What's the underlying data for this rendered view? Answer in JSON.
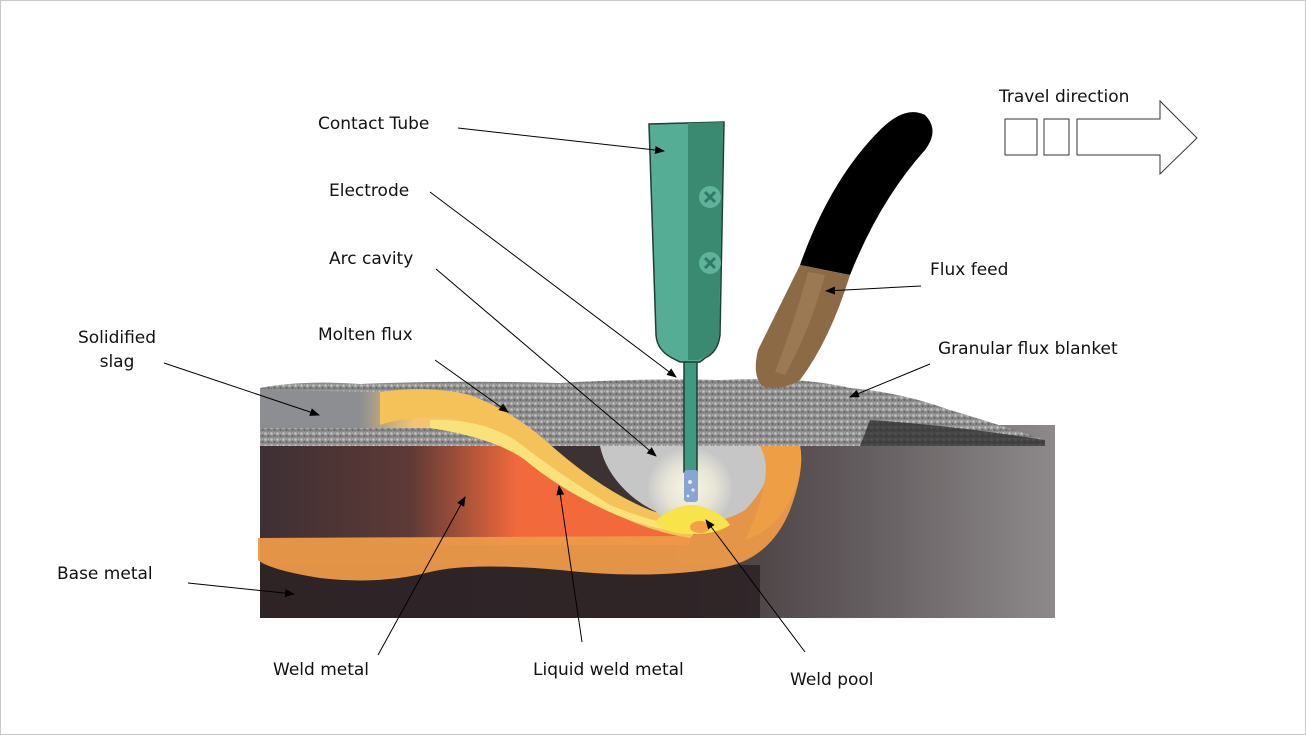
{
  "title": "Submerged arc welding process diagram",
  "labels": {
    "contact_tube": "Contact Tube",
    "electrode": "Electrode",
    "arc_cavity": "Arc cavity",
    "molten_flux": "Molten flux",
    "solidified_slag_line1": "Solidified",
    "solidified_slag_line2": "slag",
    "base_metal": "Base metal",
    "weld_metal": "Weld metal",
    "liquid_weld_metal": "Liquid weld metal",
    "weld_pool": "Weld pool",
    "flux_feed": "Flux feed",
    "granular_flux_blanket": "Granular flux blanket",
    "travel_direction": "Travel direction"
  },
  "colors": {
    "contact_tube_light": "#55ad96",
    "contact_tube_dark": "#3a8a72",
    "flux_hose": "#000000",
    "flux_nozzle": "#8b6a45",
    "base_metal_dark": "#2e2426",
    "base_metal_light": "#8a8687",
    "weld_metal": "#f26a3c",
    "molten_flux": "#f5c25a",
    "liquid_weld": "#f9e27a",
    "slag": "#8b8d90",
    "flux_blanket": "#9a9a9a",
    "arc_cavity": "#c8c8c8"
  }
}
